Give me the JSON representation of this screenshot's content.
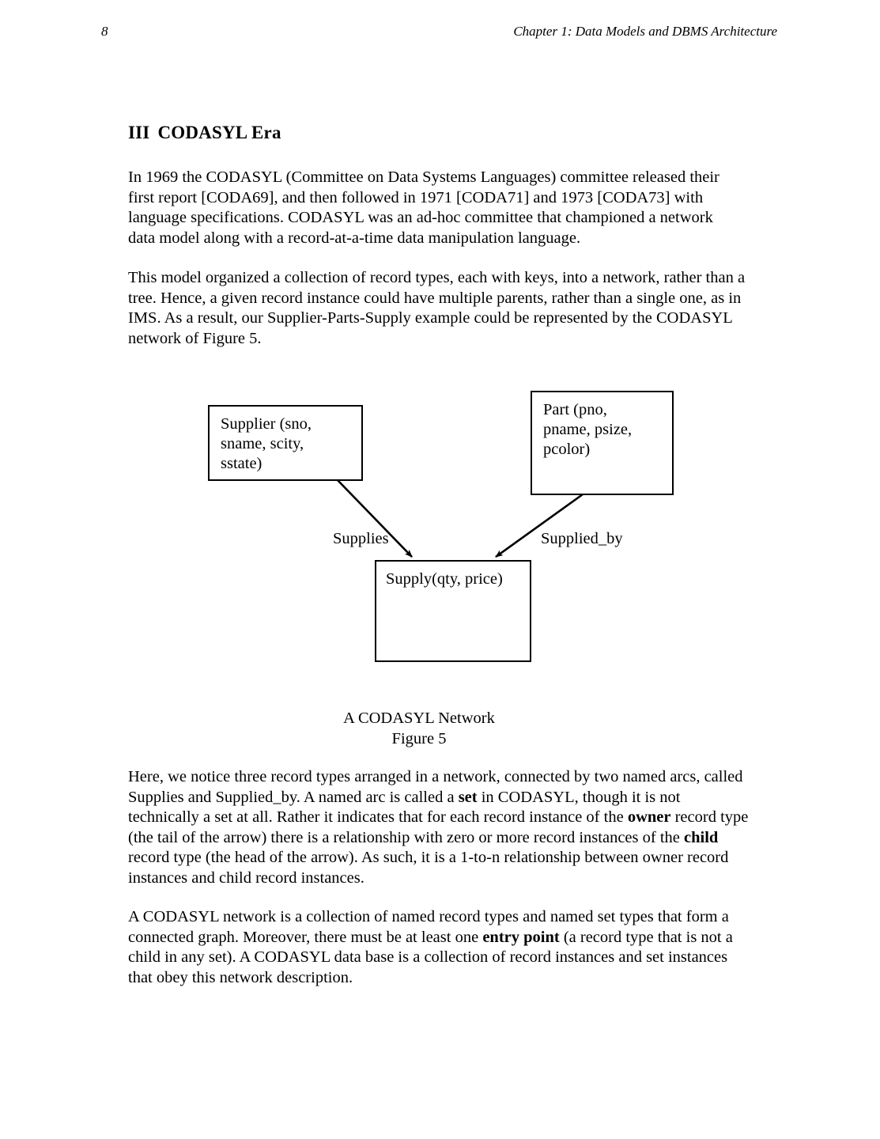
{
  "header": {
    "page_number": "8",
    "chapter_title": "Chapter 1: Data Models and DBMS Architecture"
  },
  "section": {
    "numeral": "III",
    "title": "CODASYL Era"
  },
  "paragraphs": {
    "p1": "In 1969 the CODASYL (Committee on Data Systems Languages) committee released their first report [CODA69], and then followed in 1971 [CODA71] and 1973 [CODA73] with language specifications. CODASYL was an ad-hoc committee that championed a network data model along with a record-at-a-time data manipulation language.",
    "p2": "This model organized a collection of record types, each with keys, into a network, rather than a tree.  Hence, a given record instance could have multiple parents, rather than a single one, as in IMS.  As a result, our  Supplier-Parts-Supply example could be represented by the CODASYL network of Figure 5.",
    "p3_a": "Here, we notice three record types arranged in a network, connected by two named arcs, called Supplies and Supplied_by.  A named arc is called a ",
    "p3_b": "set",
    "p3_c": " in CODASYL, though it is not technically a set at all. Rather it indicates that for each record instance of the ",
    "p3_d": "owner",
    "p3_e": " record type (the tail of the arrow) there is a relationship with zero or more record instances of the ",
    "p3_f": "child",
    "p3_g": " record type (the head of the arrow).  As such, it is a 1-to-n relationship between owner record instances and child record instances.",
    "p4_a": "A CODASYL network is a collection of named record types and named set types that form a connected graph. Moreover, there must be at least one ",
    "p4_b": "entry point",
    "p4_c": " (a record type that is not a child in any set). A CODASYL data base is a collection of record instances and set instances that obey this network description."
  },
  "figure": {
    "nodes": {
      "supplier": {
        "line1": "Supplier (sno,",
        "line2": "sname, scity,",
        "line3": "sstate)"
      },
      "part": {
        "line1": "Part (pno,",
        "line2": "pname, psize,",
        "line3": "pcolor)"
      },
      "supply": {
        "line1": "Supply(qty, price)"
      }
    },
    "arcs": {
      "supplies": "Supplies",
      "supplied_by": "Supplied_by"
    },
    "caption_title": "A CODASYL Network",
    "caption_number": "Figure 5"
  },
  "colors": {
    "ink": "#000000",
    "paper": "#ffffff"
  }
}
